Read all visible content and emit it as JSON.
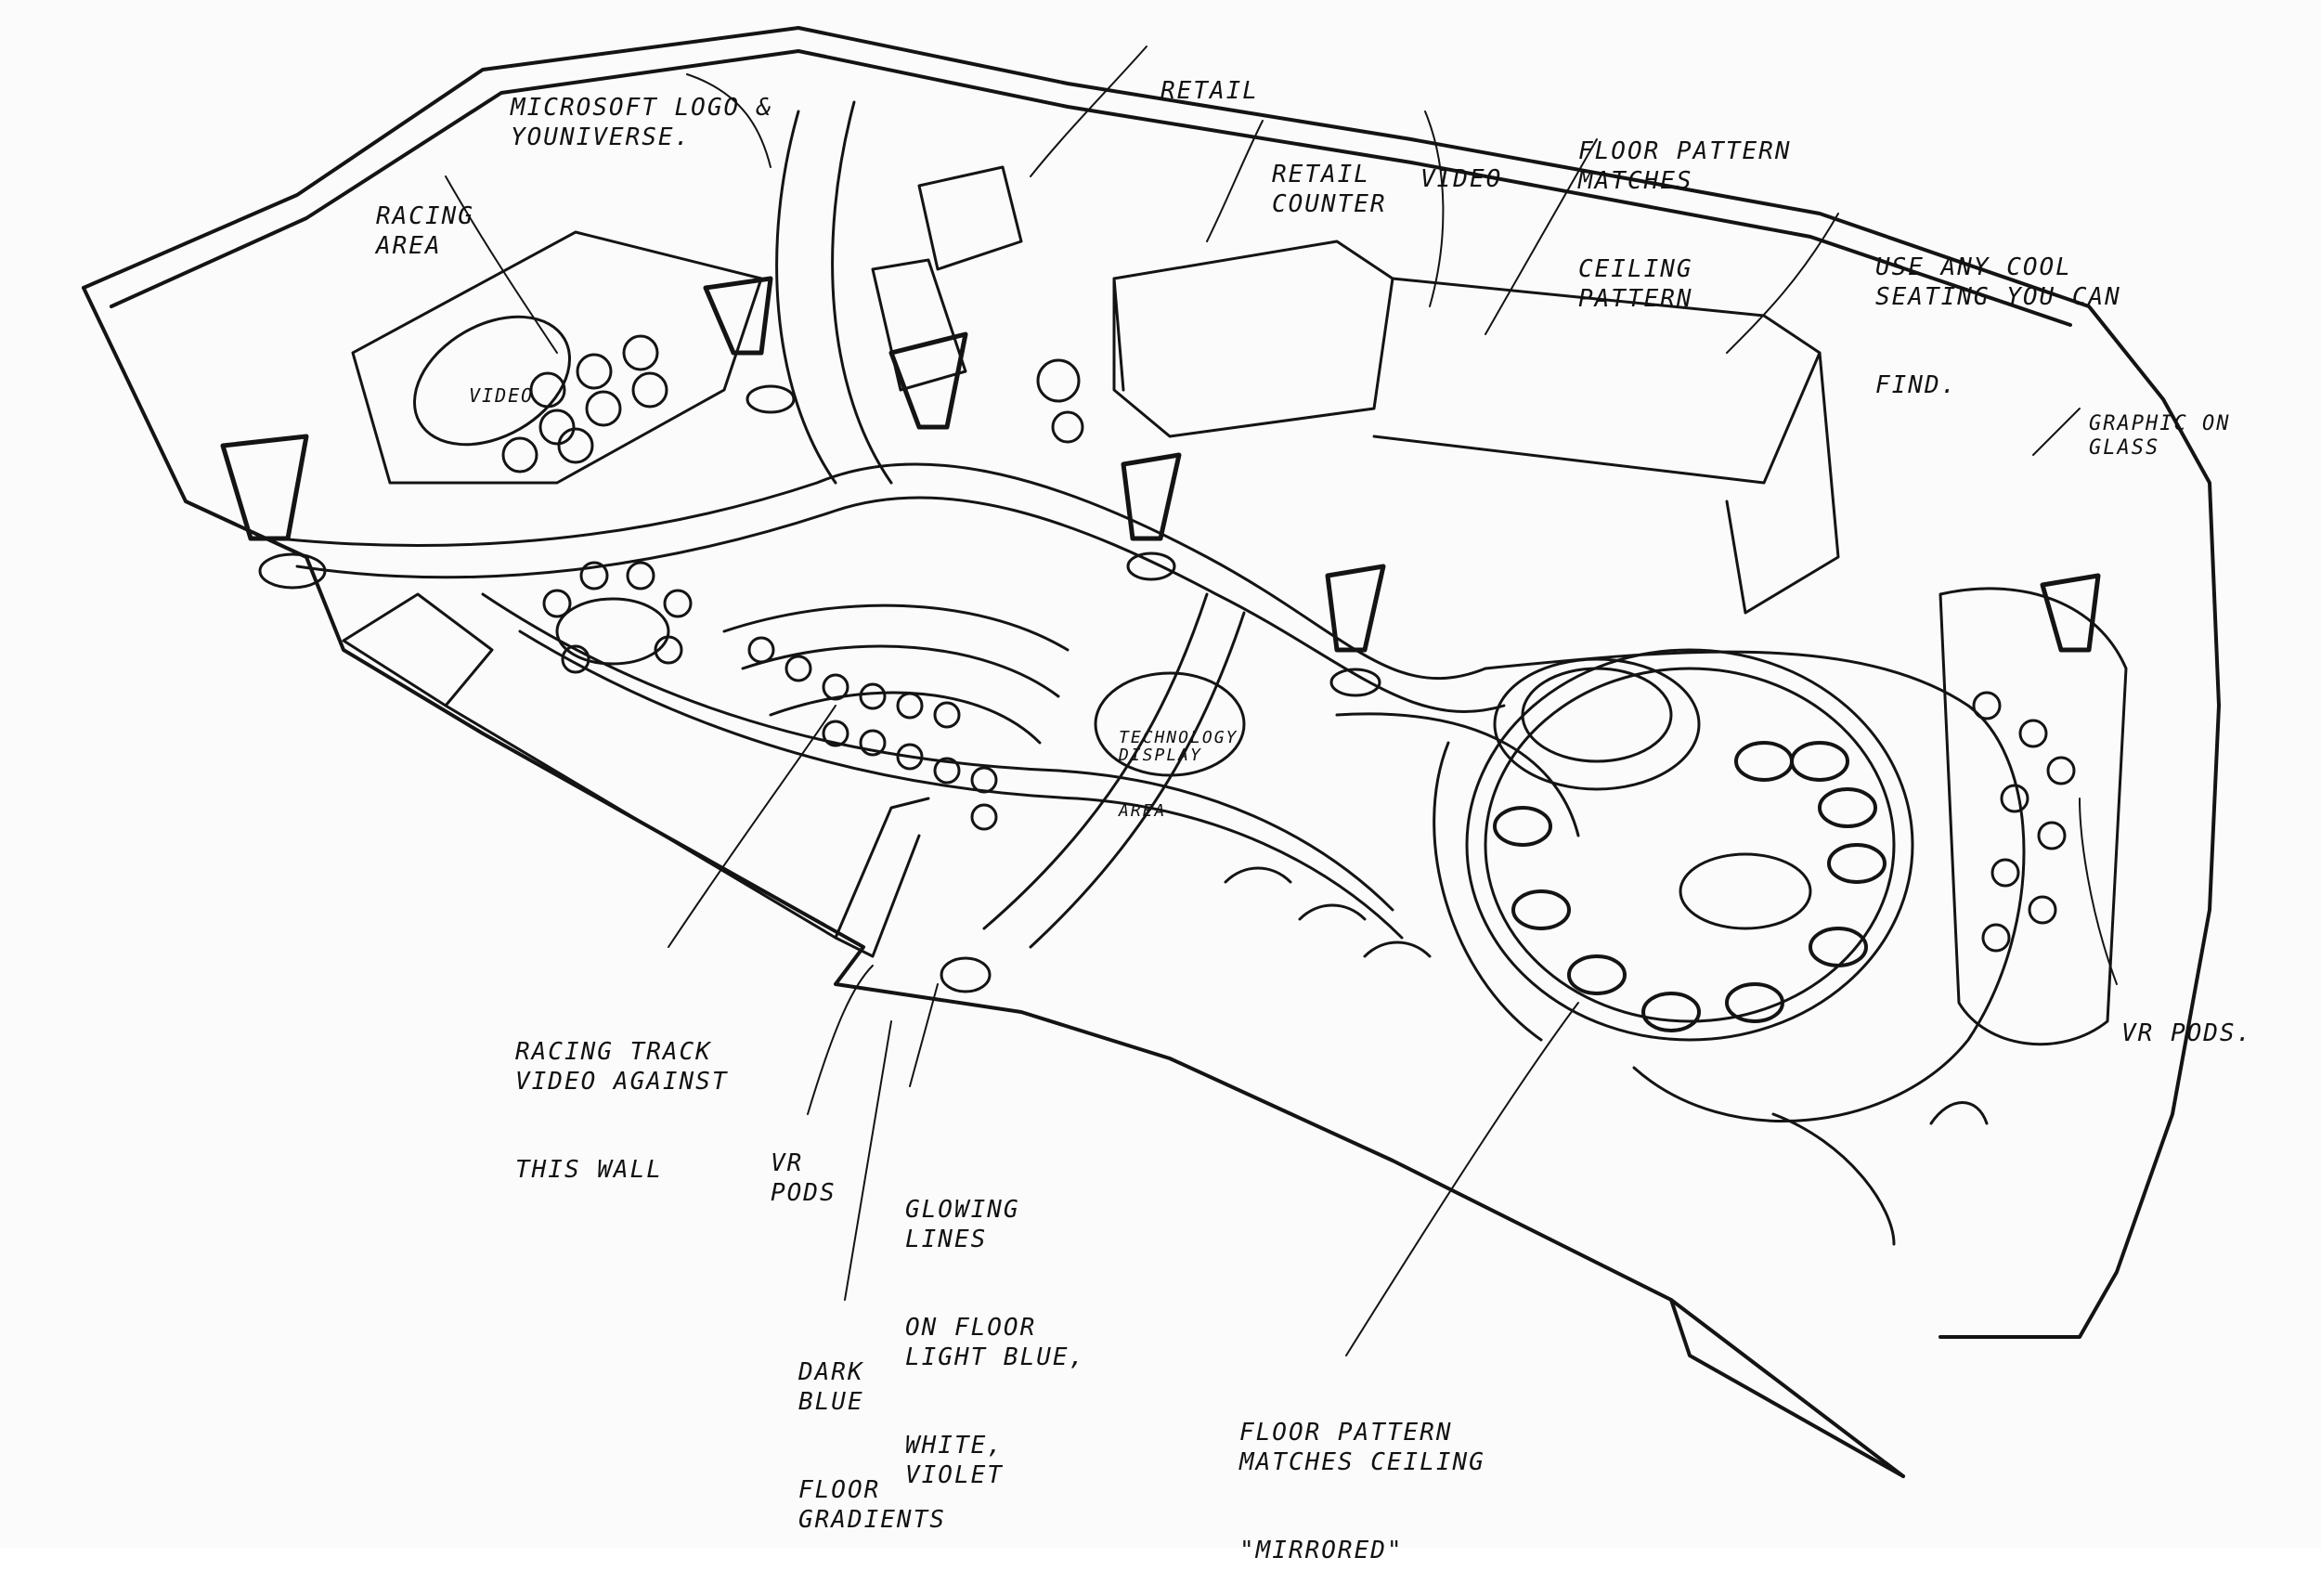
{
  "annotations": {
    "microsoft_logo": [
      "MICROSOFT LOGO &",
      "YOUNIVERSE."
    ],
    "retail": [
      "RETAIL"
    ],
    "retail_counter": [
      "RETAIL",
      "COUNTER"
    ],
    "video_top": [
      "VIDEO"
    ],
    "floor_pattern_ceiling": [
      "FLOOR PATTERN",
      "MATCHES",
      "CEILING",
      "PATTERN"
    ],
    "cool_seating": [
      "USE ANY COOL",
      "SEATING YOU CAN",
      "FIND."
    ],
    "graphic_on_glass": [
      "GRAPHIC ON",
      "GLASS"
    ],
    "racing_area": [
      "RACING",
      "AREA"
    ],
    "video_racing": [
      "VIDEO"
    ],
    "technology_display": [
      "TECHNOLOGY",
      "DISPLAY",
      "AREA"
    ],
    "racing_track_video": [
      "RACING TRACK",
      "VIDEO AGAINST",
      "THIS WALL"
    ],
    "vr_pods_left": [
      "VR",
      "PODS"
    ],
    "glowing_lines": [
      "GLOWING",
      "LINES",
      "ON FLOOR",
      "LIGHT BLUE,",
      "WHITE,",
      "VIOLET"
    ],
    "dark_blue_floor": [
      "DARK",
      "BLUE",
      "FLOOR",
      "GRADIENTS"
    ],
    "floor_pattern_mirrored": [
      "FLOOR PATTERN",
      "MATCHES CEILING",
      "\"MIRRORED\""
    ],
    "vr_pods_right": [
      "VR PODS."
    ]
  },
  "colors": {
    "ink": "#141414",
    "paper": "#fbfbfb"
  }
}
